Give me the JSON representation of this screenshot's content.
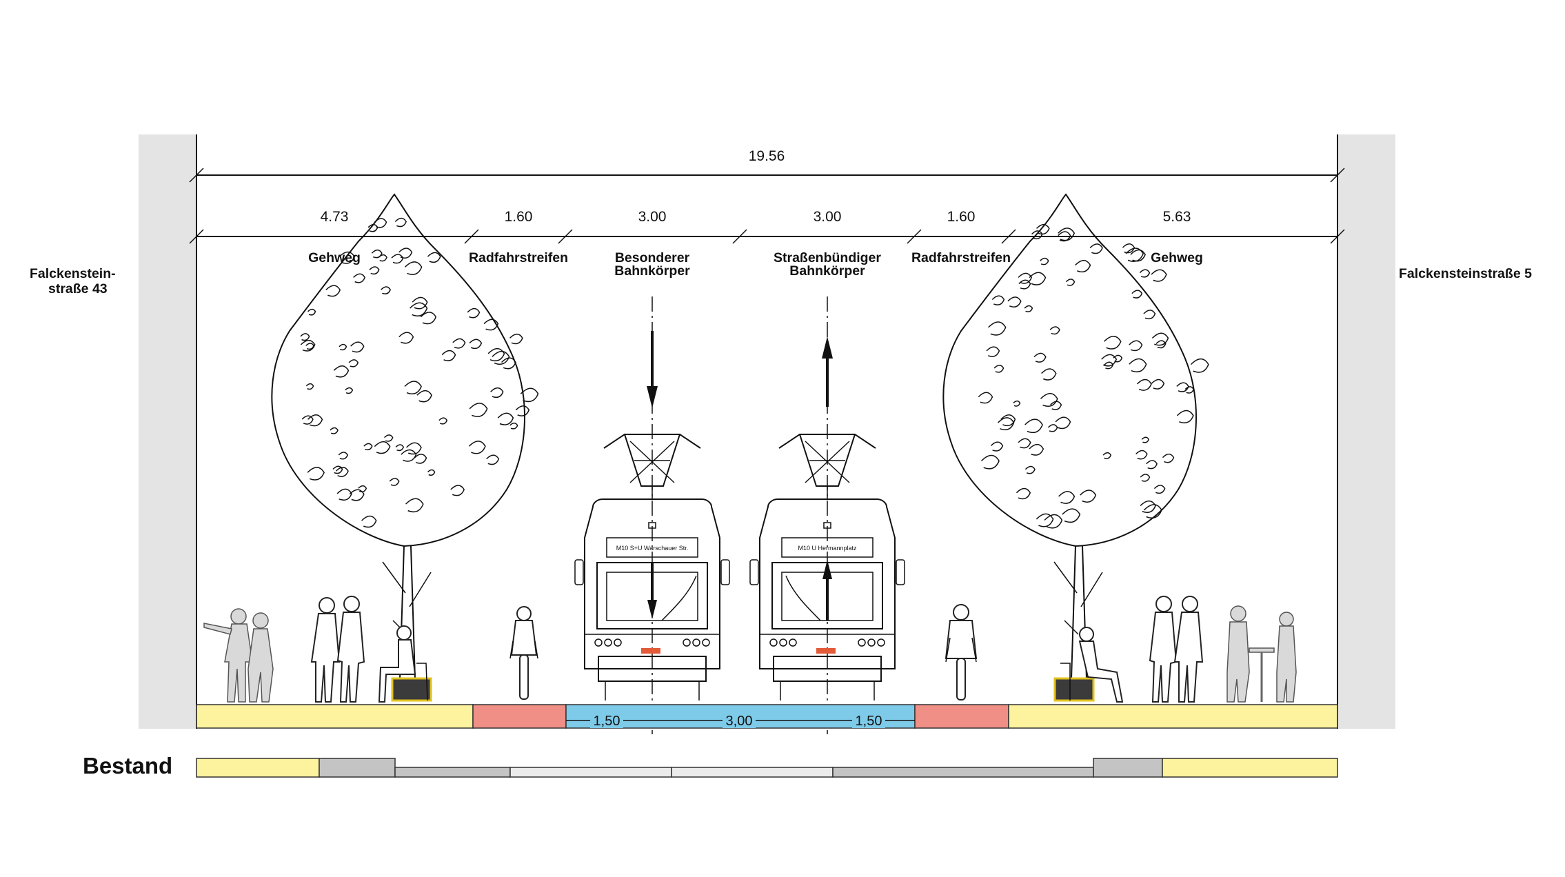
{
  "dimensions": {
    "total": "19.56",
    "segments": [
      "4.73",
      "1.60",
      "3.00",
      "3.00",
      "1.60",
      "5.63"
    ]
  },
  "zones": {
    "gehweg_left": "Gehweg",
    "rad_left": "Radfahrstreifen",
    "bahn_left_1": "Besonderer",
    "bahn_left_2": "Bahnkörper",
    "bahn_right_1": "Straßenbündiger",
    "bahn_right_2": "Bahnkörper",
    "rad_right": "Radfahrstreifen",
    "gehweg_right": "Gehweg"
  },
  "sides": {
    "left_1": "Falckenstein-",
    "left_2": "straße 43",
    "right": "Falckensteinstraße 5"
  },
  "trams": {
    "left_destination": "M10 S+U Warschauer Str.",
    "right_destination": "M10 U Hermannplatz"
  },
  "rail_dims": [
    "1,50",
    "3,00",
    "1,50"
  ],
  "bestand_label": "Bestand",
  "colors": {
    "gehweg": "#fdf29d",
    "radweg": "#ef8f86",
    "bahn": "#7ecbe9",
    "wall": "#e4e4e4",
    "bestand_grey": "#c4c4c4"
  }
}
